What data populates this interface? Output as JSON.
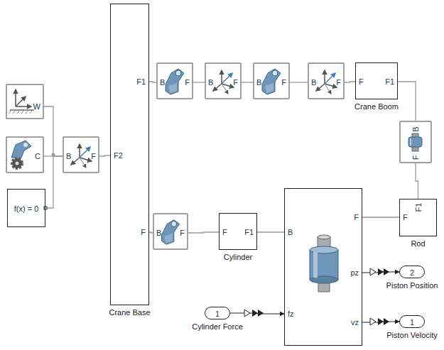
{
  "diagram": {
    "nodes": [
      {
        "text": [
          "W"
        ]
      },
      {
        "text": [
          "C"
        ]
      },
      {
        "text": [
          "f(x) = 0"
        ]
      },
      {
        "text": [
          "B",
          "F"
        ]
      },
      {
        "text": [
          "F1",
          "F2",
          "F",
          "Crane Base"
        ]
      },
      {
        "text": [
          "B",
          "F"
        ]
      },
      {
        "text": [
          "B",
          "F"
        ]
      },
      {
        "text": [
          "B",
          "F"
        ]
      },
      {
        "text": [
          "B",
          "F"
        ]
      },
      {
        "text": [
          "F",
          "F1",
          "Crane Boom"
        ]
      },
      {
        "text": [
          "B",
          "F"
        ]
      },
      {
        "text": [
          "F1",
          "F",
          "Rod"
        ]
      },
      {
        "text": [
          "B",
          "F"
        ]
      },
      {
        "text": [
          "F",
          "F1",
          "Cylinder"
        ]
      },
      {
        "text": [
          "F",
          "B",
          "pz",
          "vz",
          "fz"
        ]
      },
      {
        "text": [
          "1",
          "Cylinder Force"
        ]
      },
      {
        "text": [
          "2",
          "Piston Position"
        ]
      },
      {
        "text": [
          "1",
          "Piston Velocity"
        ]
      }
    ],
    "edges": [
      {
        "from": 0,
        "to": 3,
        "arrow": "none"
      },
      {
        "from": 1,
        "to": 3,
        "arrow": "none"
      },
      {
        "from": 2,
        "to": 3,
        "arrow": "none"
      },
      {
        "from": 3,
        "to": 4,
        "arrow": "none"
      },
      {
        "from": 4,
        "to": 5,
        "arrow": "none"
      },
      {
        "from": 5,
        "to": 6,
        "arrow": "none"
      },
      {
        "from": 6,
        "to": 7,
        "arrow": "none"
      },
      {
        "from": 7,
        "to": 8,
        "arrow": "none"
      },
      {
        "from": 8,
        "to": 9,
        "arrow": "none"
      },
      {
        "from": 9,
        "to": 10,
        "arrow": "none"
      },
      {
        "from": 10,
        "to": 11,
        "arrow": "none"
      },
      {
        "from": 11,
        "to": 14,
        "arrow": "none"
      },
      {
        "from": 4,
        "to": 12,
        "arrow": "none"
      },
      {
        "from": 12,
        "to": 13,
        "arrow": "none"
      },
      {
        "from": 13,
        "to": 14,
        "arrow": "none"
      },
      {
        "from": 15,
        "to": 14,
        "arrow": "to"
      },
      {
        "from": 14,
        "to": 16,
        "arrow": "to"
      },
      {
        "from": 14,
        "to": 17,
        "arrow": "to"
      }
    ]
  }
}
